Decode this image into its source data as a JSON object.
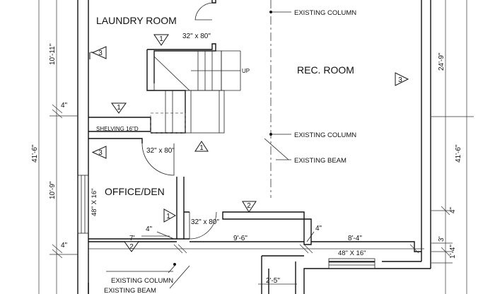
{
  "rooms": {
    "laundry": "LAUNDRY ROOM",
    "rec": "REC. ROOM",
    "office": "OFFICE/DEN"
  },
  "notes": {
    "column_1": "EXISTING COLUMN",
    "column_2": "EXISTING COLUMN",
    "beam_1": "EXISTING BEAM",
    "column_3": "EXISTING COLUMN",
    "beam_2": "EXISTING BEAM",
    "up": "UP",
    "shelving": "SHELVING 16\"D",
    "window_1": "48\" X 16\"",
    "window_2": "48\" X 16\""
  },
  "doors": {
    "laundry": "32\" x 80\"",
    "office": "32\" x 80\"",
    "hall": "32\" x 80\""
  },
  "dimensions": {
    "left_top": "10'-11\"",
    "left_4_a": "4\"",
    "left_total": "41'-6\"",
    "left_mid": "10'-9\"",
    "left_4_b": "4\"",
    "right_top": "24'-9\"",
    "right_total": "41'-6\"",
    "right_4": "4\"",
    "right_3": "3'",
    "right_1_4": "1'-4\"",
    "bottom_7": "7'",
    "bottom_4_a": "4\"",
    "bottom_9_6": "9'-6\"",
    "bottom_4_b": "4\"",
    "bottom_8_4": "8'-4\"",
    "bottom_2_5": "2'-5\""
  },
  "tags": {
    "t1_a": "1",
    "t1_b": "1",
    "t1_c": "1",
    "t1_d": "1",
    "t2_a": "2",
    "t2_b": "2",
    "t3_a": "3",
    "t3_b": "3",
    "t3_c": "3"
  }
}
